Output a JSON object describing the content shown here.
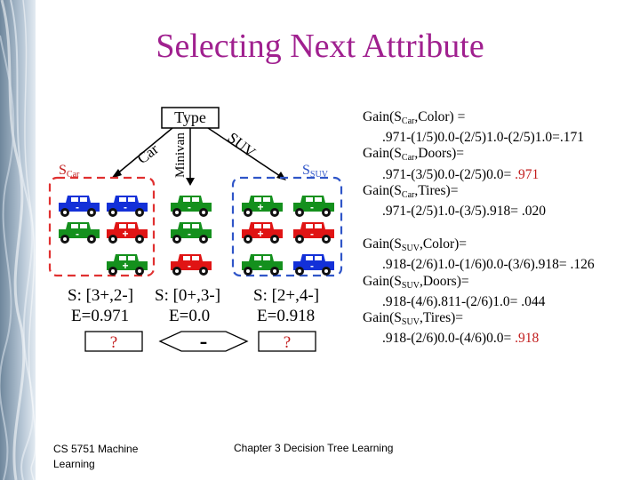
{
  "title": "Selecting Next Attribute",
  "tree": {
    "root": "Type",
    "branches": [
      "Car",
      "Minivan",
      "SUV"
    ]
  },
  "groups": {
    "car": {
      "label": "S",
      "label_sub": "Car",
      "counts": "S: [3+,2-]",
      "entropy": "E=0.971",
      "leaf": "?"
    },
    "minivan": {
      "counts": "S: [0+,3-]",
      "entropy": "E=0.0",
      "leaf": "-"
    },
    "suv": {
      "label": "S",
      "label_sub": "SUV",
      "counts": "S: [2+,4-]",
      "entropy": "E=0.918",
      "leaf": "?"
    }
  },
  "cars": {
    "car_group": [
      {
        "color": "blue",
        "label": "-"
      },
      {
        "color": "blue",
        "label": "-"
      },
      {
        "color": "green",
        "label": "-"
      },
      {
        "color": "red",
        "label": "+"
      },
      {
        "color": "green",
        "label": "+"
      }
    ],
    "minivan_group": [
      {
        "color": "green",
        "label": "-"
      },
      {
        "color": "green",
        "label": "-"
      },
      {
        "color": "red",
        "label": "-"
      }
    ],
    "suv_group": [
      {
        "color": "green",
        "label": "+"
      },
      {
        "color": "green",
        "label": "-"
      },
      {
        "color": "red",
        "label": "+"
      },
      {
        "color": "red",
        "label": "-"
      },
      {
        "color": "green",
        "label": "-"
      },
      {
        "color": "blue",
        "label": "-"
      }
    ]
  },
  "formulas": {
    "car_color_1": "Gain(S",
    "car_color_sub": "Car",
    "car_color_2": ",Color) =",
    "car_color_calc": ".971-(1/5)0.0-(2/5)1.0-(2/5)1.0=.171",
    "car_doors_1": "Gain(S",
    "car_doors_sub": "Car",
    "car_doors_2": ",Doors)=",
    "car_doors_calc": ".971-(3/5)0.0-(2/5)0.0= ",
    "car_doors_result": ".971",
    "car_tires_1": "Gain(S",
    "car_tires_sub": "Car",
    "car_tires_2": ",Tires)=",
    "car_tires_calc": ".971-(2/5)1.0-(3/5).918= .020",
    "suv_color_1": "Gain(S",
    "suv_color_sub": "SUV",
    "suv_color_2": ",Color)=",
    "suv_color_calc": ".918-(2/6)1.0-(1/6)0.0-(3/6).918= .126",
    "suv_doors_1": "Gain(S",
    "suv_doors_sub": "SUV",
    "suv_doors_2": ",Doors)=",
    "suv_doors_calc": ".918-(4/6).811-(2/6)1.0= .044",
    "suv_tires_1": "Gain(S",
    "suv_tires_sub": "SUV",
    "suv_tires_2": ",Tires)=",
    "suv_tires_calc": ".918-(2/6)0.0-(4/6)0.0= ",
    "suv_tires_result": ".918"
  },
  "footer": {
    "course": "CS 5751 Machine Learning",
    "chapter": "Chapter 3 Decision Tree Learning"
  },
  "colors": {
    "title": "#a0208f",
    "highlight": "#c21d1d",
    "car_blue": "#1330d8",
    "car_green": "#14901d",
    "car_red": "#e01414",
    "dashed_red": "#e03030",
    "dashed_blue": "#2f55c8"
  }
}
